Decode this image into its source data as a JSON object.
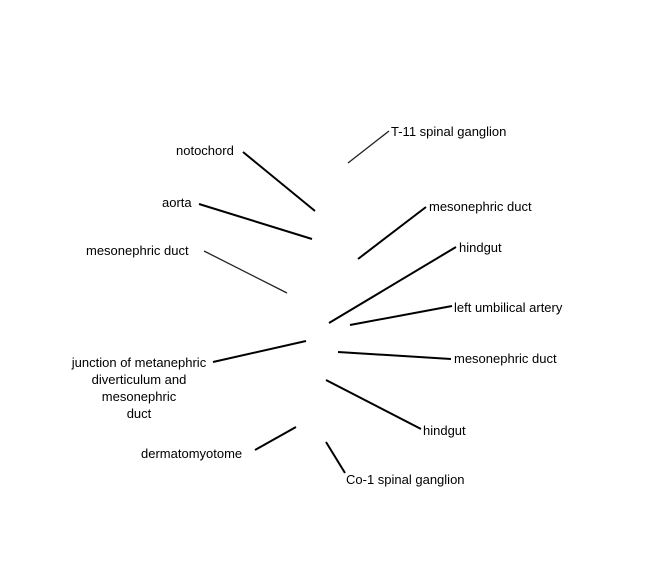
{
  "labels": {
    "t11_spinal_ganglion": "T-11 spinal ganglion",
    "notochord": "notochord",
    "mesonephric_duct_right_upper": "mesonephric duct",
    "aorta": "aorta",
    "hindgut_upper": "hindgut",
    "mesonephric_duct_left": "mesonephric duct",
    "left_umbilical_artery": "left umbilical artery",
    "junction": "junction of metanephric\ndiverticulum and\nmesonephric\nduct",
    "mesonephric_duct_right_lower": "mesonephric duct",
    "hindgut_lower": "hindgut",
    "dermatomyotome": "dermatomyotome",
    "co1_spinal_ganglion": "Co-1 spinal ganglion"
  }
}
